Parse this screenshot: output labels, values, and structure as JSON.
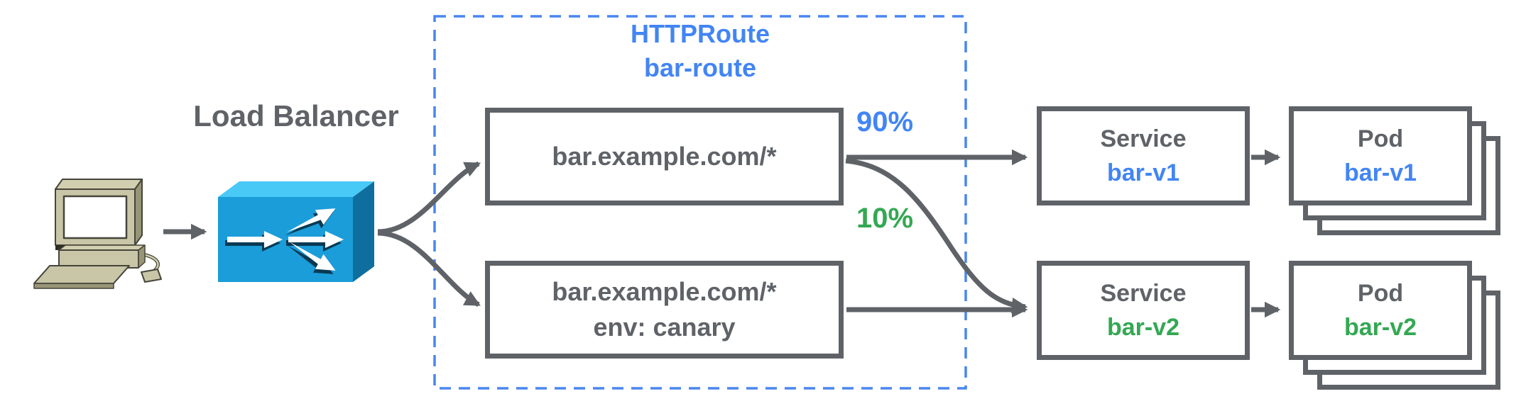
{
  "client": {
    "icon": "desktop-computer"
  },
  "load_balancer": {
    "label": "Load Balancer",
    "icon": "load-balancer-fanout-box"
  },
  "httproute": {
    "kind": "HTTPRoute",
    "name": "bar-route",
    "rules": [
      {
        "match": "bar.example.com/*"
      },
      {
        "match": "bar.example.com/*",
        "header": "env: canary"
      }
    ]
  },
  "weights": {
    "primary": "90%",
    "canary": "10%"
  },
  "services": [
    {
      "kind": "Service",
      "name": "bar-v1"
    },
    {
      "kind": "Service",
      "name": "bar-v2"
    }
  ],
  "pods": [
    {
      "kind": "Pod",
      "name": "bar-v1"
    },
    {
      "kind": "Pod",
      "name": "bar-v2"
    }
  ],
  "colors": {
    "blue": "#4285f4",
    "green": "#34a853",
    "gray": "#5f6368",
    "dashed_border": "#4a86f0",
    "lb_front": "#1b9dd9",
    "lb_top": "#49c9f6",
    "lb_side": "#0e6f9f"
  }
}
